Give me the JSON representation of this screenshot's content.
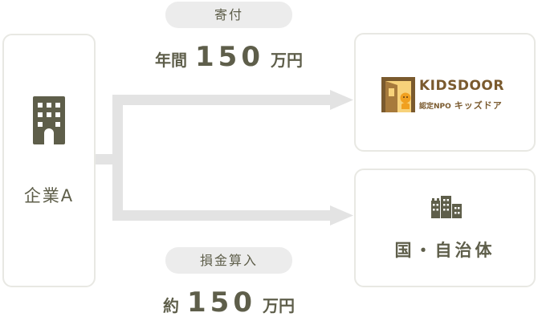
{
  "donation": {
    "label": "寄付",
    "amount_prefix": "年間",
    "amount_number": "150",
    "amount_suffix": "万円"
  },
  "deduction": {
    "label": "損金算入",
    "amount_prefix": "約",
    "amount_number": "150",
    "amount_suffix": "万円"
  },
  "company": {
    "label": "企業A",
    "icon": "office-building-icon"
  },
  "kidsdoor": {
    "logo_text": "KIDSDOOR",
    "subtitle_prefix": "認定NPO",
    "subtitle_kana": "キッズドア",
    "icon": "door-logo-icon"
  },
  "government": {
    "label": "国・自治体",
    "icon": "city-buildings-icon"
  },
  "colors": {
    "text": "#5e5e4a",
    "flow_line": "#e3e3e3",
    "card_border": "#e8e8e3",
    "pill_bg": "#ececec",
    "logo_brown": "#7a5a2e",
    "logo_orange": "#f0a020"
  }
}
